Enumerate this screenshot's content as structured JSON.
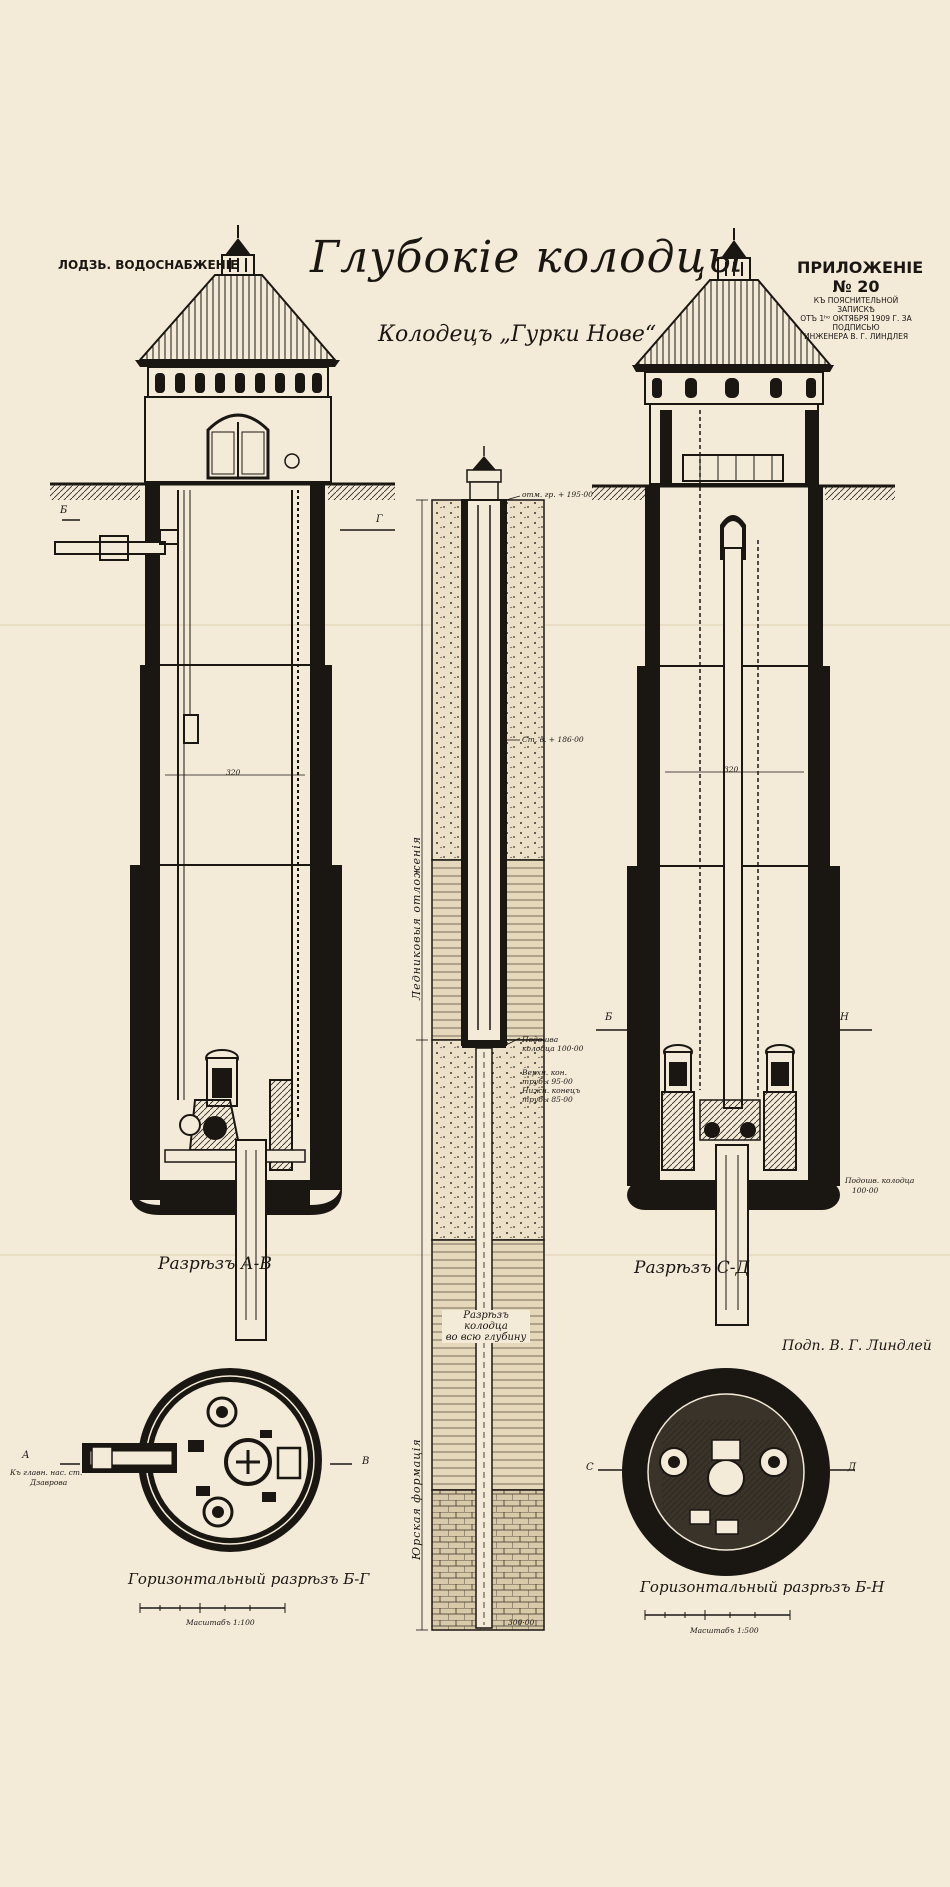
{
  "document": {
    "title": "Глубокiе колодцы",
    "subtitle": "Колодецъ „Гурки Нове“",
    "header_left": "ЛОДЗЬ. ВОДОСНАБЖЕНIЕ",
    "appendix": {
      "number": "ПРИЛОЖЕНIЕ № 20",
      "lines": [
        "КЪ ПОЯСНИТЕЛЬНОЙ ЗАПИСКѢ",
        "ОТЪ 1ʰᵒ ОКТЯБРЯ 1909 г. ЗА ПОДПИСЬЮ",
        "ИНЖЕНЕРА В. Г. ЛИНДЛЕЯ"
      ]
    },
    "signature": "Подп. В. Г. Линдлей",
    "sections": {
      "left_caption": "Разрѣзъ  А-В",
      "right_caption": "Разрѣзъ  С-Д",
      "center_caption": [
        "Разрѣзъ колодца",
        "во всю глубину"
      ],
      "marks_left": [
        "Б",
        "Г"
      ],
      "marks_right": [
        "Б",
        "Н"
      ]
    },
    "plans": {
      "left_caption": "Горизонтальный разрѣзъ Б-Г",
      "right_caption": "Горизонтальный разрѣзъ Б-Н",
      "left_scale": "Масштабъ 1:100",
      "right_scale": "Масштабъ 1:500",
      "left_marks": [
        "А",
        "В"
      ],
      "right_marks": [
        "С",
        "Д"
      ],
      "left_pipe_note": [
        "Къ главн. нас. ст.",
        "Дзаврова"
      ]
    },
    "annotations": {
      "top_level": "отм. гр. + 195·00",
      "level_2": "Ст. в. + 186·00",
      "pump_level": "Подошва колодца 100·00",
      "pipe_level": "Верхн. кон. трубы 95·00",
      "bottom_level": "Нижн. конецъ трубы 85·00",
      "bottom_right_level": [
        "Подошв. колодца",
        "100·00"
      ],
      "diameter_left": "320",
      "diameter_right": "320",
      "vertical_top": "Ледниковыя отложенiя",
      "vertical_bottom": "Юрская формацiя",
      "bottom_note": "300·00"
    }
  }
}
